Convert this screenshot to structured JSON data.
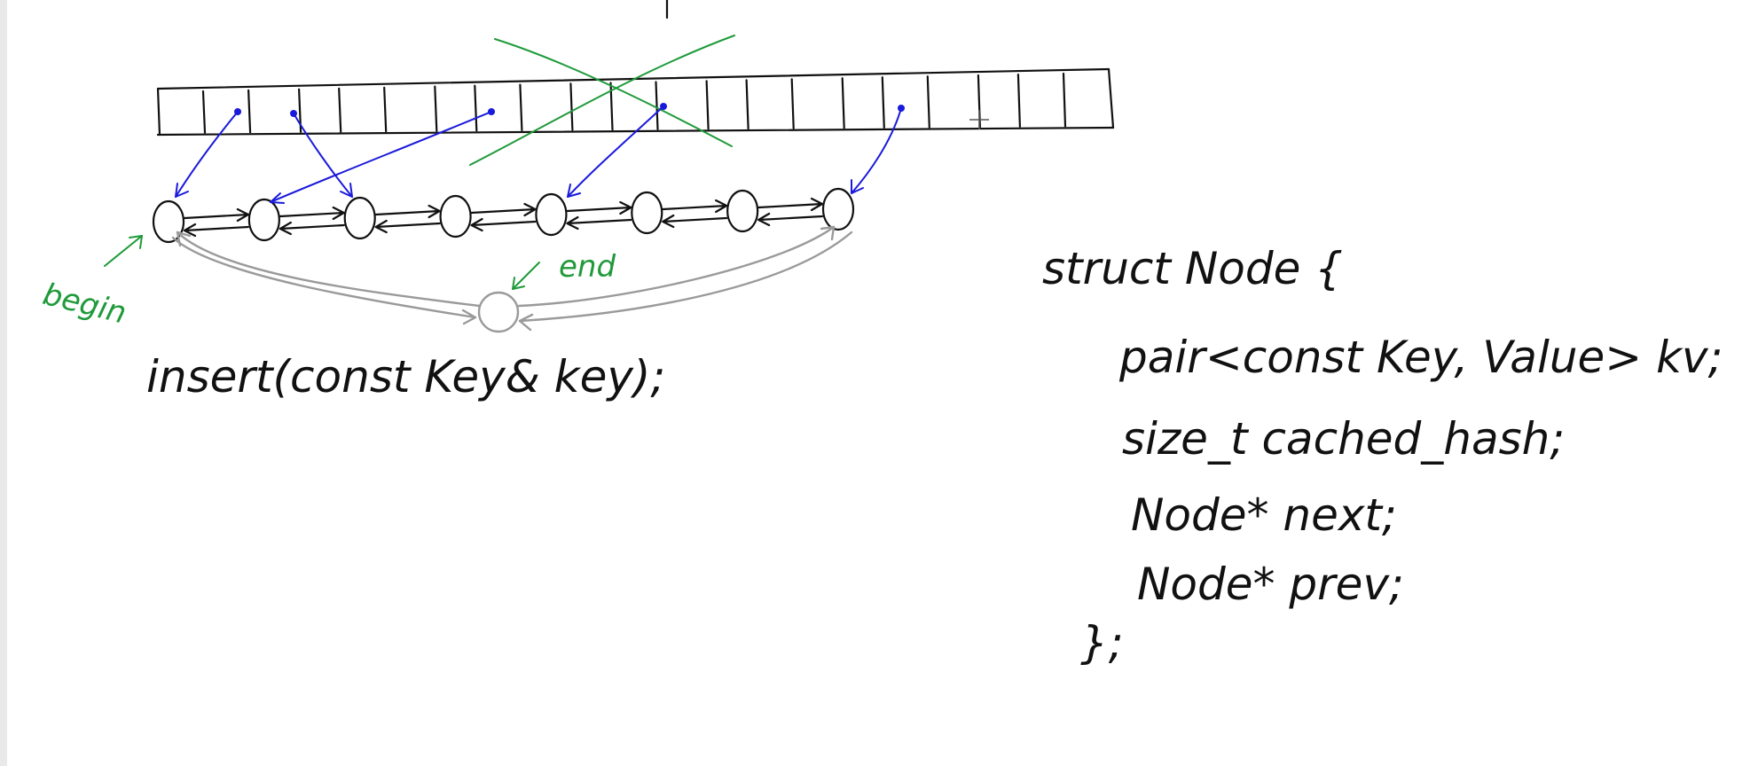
{
  "labels": {
    "begin": "begin",
    "end": "end",
    "insert_signature": "insert(const Key& key);"
  },
  "struct_code": [
    "struct Node {",
    "pair<const Key, Value> kv;",
    "size_t cached_hash;",
    "Node* next;",
    "Node* prev;",
    "};"
  ],
  "colors": {
    "ink": "#111111",
    "bucket_pointer": "#1a1adb",
    "annotation": "#1f9a3a",
    "sentinel": "#9a9a9a"
  },
  "bucket_array": {
    "cell_count": 21
  },
  "linked_list": {
    "node_count": 8,
    "sentinel_label": "end"
  }
}
